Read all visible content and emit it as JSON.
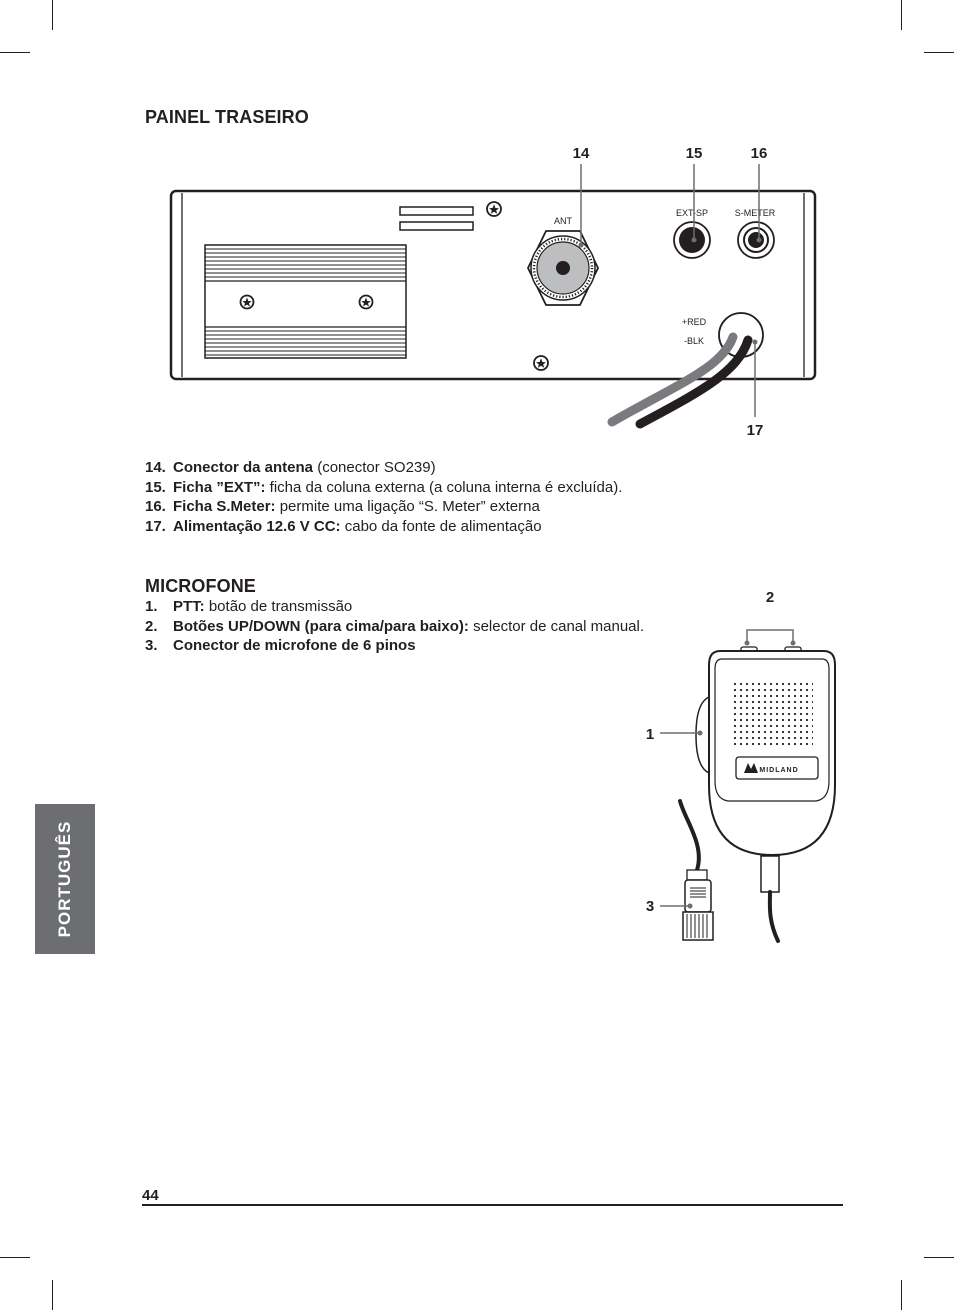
{
  "rear_panel": {
    "heading": "PAINEL TRASEIRO",
    "diagram": {
      "callouts": [
        "14",
        "15",
        "16",
        "17"
      ],
      "labels": {
        "ant": "ANT",
        "ext_sp": "EXT-SP",
        "s_meter": "S-METER",
        "red": "+RED",
        "blk": "-BLK"
      }
    },
    "items": [
      {
        "num": "14.",
        "title": "Conector da antena",
        "text": " (conector SO239)"
      },
      {
        "num": "15.",
        "title": "Ficha ”EXT”:",
        "text": " ficha da coluna externa (a coluna interna é excluída)."
      },
      {
        "num": "16.",
        "title": "Ficha S.Meter:",
        "text": " permite uma ligação “S. Meter” externa"
      },
      {
        "num": "17.",
        "title": "Alimentação 12.6 V CC:",
        "text": " cabo da fonte de alimentação"
      }
    ]
  },
  "microphone": {
    "heading": "MICROFONE",
    "items": [
      {
        "num": "1.",
        "title": "PTT:",
        "text": " botão de transmissão"
      },
      {
        "num": "2.",
        "title": "Botões UP/DOWN (para cima/para baixo):",
        "text": " selector de canal manual."
      },
      {
        "num": "3.",
        "title": "Conector de microfone de 6 pinos",
        "text": ""
      }
    ],
    "diagram": {
      "callouts": [
        "1",
        "2",
        "3"
      ],
      "brand": "MIDLAND"
    }
  },
  "side_tab": "PORTUGUÊS",
  "page_number": "44"
}
